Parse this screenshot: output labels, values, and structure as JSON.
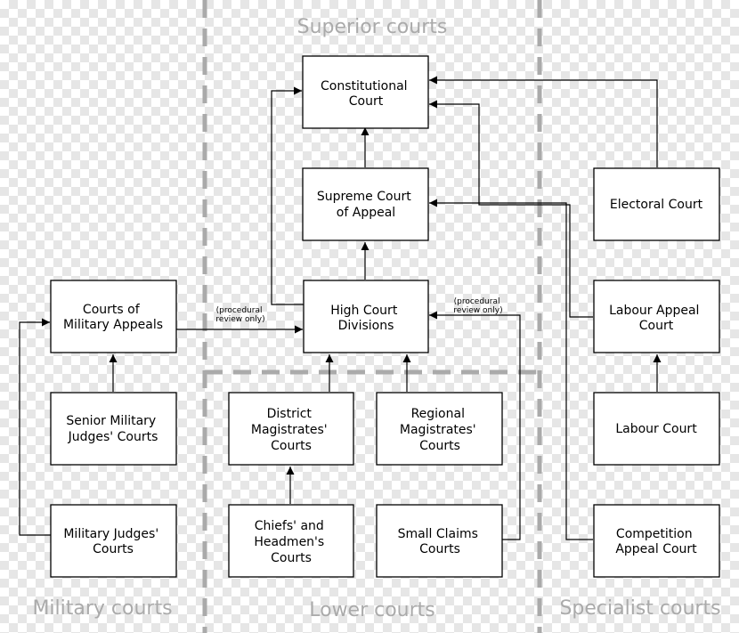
{
  "sections": {
    "superior": "Superior courts",
    "military": "Military courts",
    "lower": "Lower courts",
    "specialist": "Specialist courts"
  },
  "courts": {
    "constitutional": [
      "Constitutional",
      "Court"
    ],
    "supreme_appeal": [
      "Supreme Court",
      "of Appeal"
    ],
    "high_court": [
      "High Court",
      "Divisions"
    ],
    "electoral": [
      "Electoral Court"
    ],
    "labour_appeal": [
      "Labour Appeal",
      "Court"
    ],
    "labour": [
      "Labour Court"
    ],
    "competition_appeal": [
      "Competition",
      "Appeal Court"
    ],
    "military_appeals": [
      "Courts of",
      "Military Appeals"
    ],
    "senior_military": [
      "Senior Military",
      "Judges' Courts"
    ],
    "military_judges": [
      "Military Judges'",
      "Courts"
    ],
    "district_magistrates": [
      "District",
      "Magistrates'",
      "Courts"
    ],
    "regional_magistrates": [
      "Regional",
      "Magistrates'",
      "Courts"
    ],
    "chiefs_headmen": [
      "Chiefs' and",
      "Headmen's",
      "Courts"
    ],
    "small_claims": [
      "Small Claims",
      "Courts"
    ]
  },
  "notes": {
    "military_review": [
      "(procedural",
      "review only)"
    ],
    "small_claims_review": [
      "(procedural",
      "review only)"
    ]
  },
  "colors": {
    "box_border": "#000000",
    "divider": "#aaaaaa",
    "section_label": "#aaaaaa"
  }
}
